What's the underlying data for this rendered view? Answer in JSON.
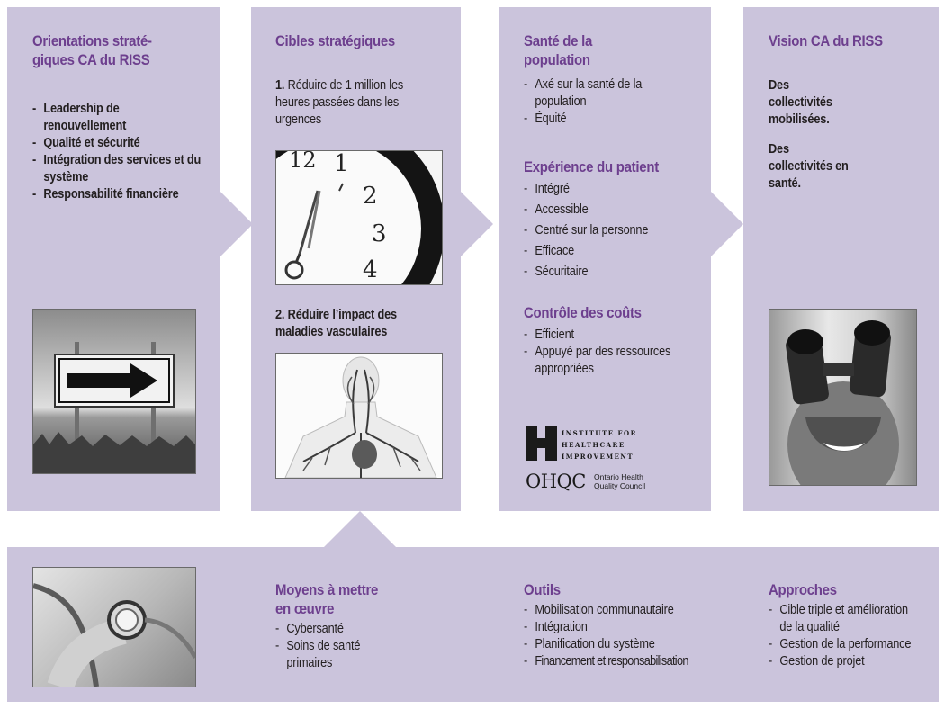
{
  "col1": {
    "heading": "Orientations straté-giques CA du RISS",
    "items": [
      "Leadership de renouvellement",
      "Qualité et sécurité",
      "Intégration des services et du système",
      "Responsabilité financière"
    ]
  },
  "col2": {
    "heading": "Cibles stratégiques",
    "target1_num": "1.",
    "target1_text": "Réduire de 1 million les heures passées dans les urgences",
    "target2_num": "2.",
    "target2_text": "Réduire l’impact des maladies vasculaires",
    "clock_numerals": [
      "12",
      "1",
      "2",
      "3",
      "4"
    ]
  },
  "col3": {
    "sections": [
      {
        "heading": "Santé de la population",
        "items": [
          "Axé sur la santé de la population",
          "Équité"
        ]
      },
      {
        "heading": "Expérience du patient",
        "items": [
          "Intégré",
          "Accessible",
          "Centré sur la personne",
          "Efficace",
          "Sécuritaire"
        ]
      },
      {
        "heading": "Contrôle des coûts",
        "items": [
          "Efficient",
          "Appuyé par des ressources appropriées"
        ]
      }
    ],
    "ihi_lines": [
      "Institute for",
      "Healthcare",
      "Improvement"
    ],
    "ohqc_mark": "OHQC",
    "ohqc_name": "Ontario Health Quality Council"
  },
  "col4": {
    "heading": "Vision CA du RISS",
    "line1": "Des collectivités mobilisées.",
    "line2": "Des collectivités en santé."
  },
  "bottom": {
    "means_heading": "Moyens à mettre en œuvre",
    "means_items": [
      "Cybersanté",
      "Soins de santé primaires"
    ],
    "tools_heading": "Outils",
    "tools_items": [
      "Mobilisation communautaire",
      "Intégration",
      "Planification du système",
      "Financement et responsabilisation"
    ],
    "approaches_heading": "Approches",
    "approaches_items": [
      "Cible triple et amélioration de la qualité",
      "Gestion de la performance",
      "Gestion de projet"
    ]
  },
  "colors": {
    "panel": "#cbc4dc",
    "heading": "#6d3f8e",
    "text": "#231f20"
  }
}
